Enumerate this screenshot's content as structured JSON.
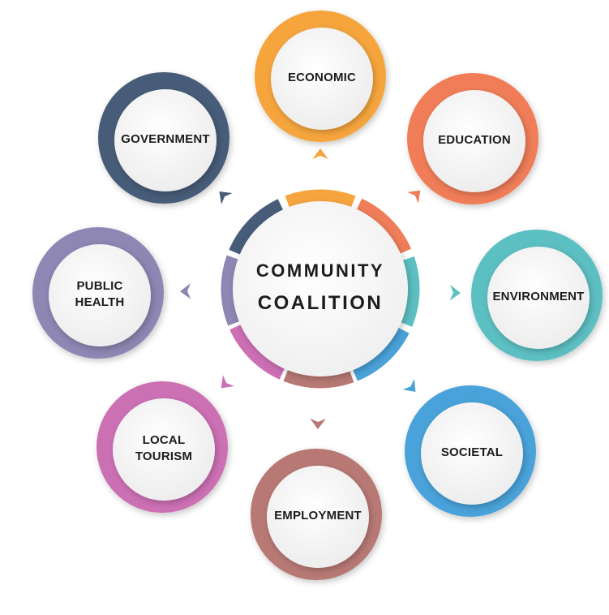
{
  "center": {
    "line1": "COMMUNITY",
    "line2": "COALITION"
  },
  "nodes": [
    {
      "id": "economic",
      "label": "ECONOMIC",
      "color": "#f6a53e"
    },
    {
      "id": "education",
      "label": "EDUCATION",
      "color": "#f07d59"
    },
    {
      "id": "environment",
      "label": "ENVIRONMENT",
      "color": "#5cbfc2"
    },
    {
      "id": "societal",
      "label": "SOCIETAL",
      "color": "#4aa2d9"
    },
    {
      "id": "employment",
      "label": "EMPLOYMENT",
      "color": "#b87974"
    },
    {
      "id": "local-tourism",
      "label": "LOCAL\nTOURISM",
      "color": "#cc6fb4"
    },
    {
      "id": "public-health",
      "label": "PUBLIC\nHEALTH",
      "color": "#8e86b3"
    },
    {
      "id": "government",
      "label": "GOVERNMENT",
      "color": "#465c78"
    }
  ]
}
